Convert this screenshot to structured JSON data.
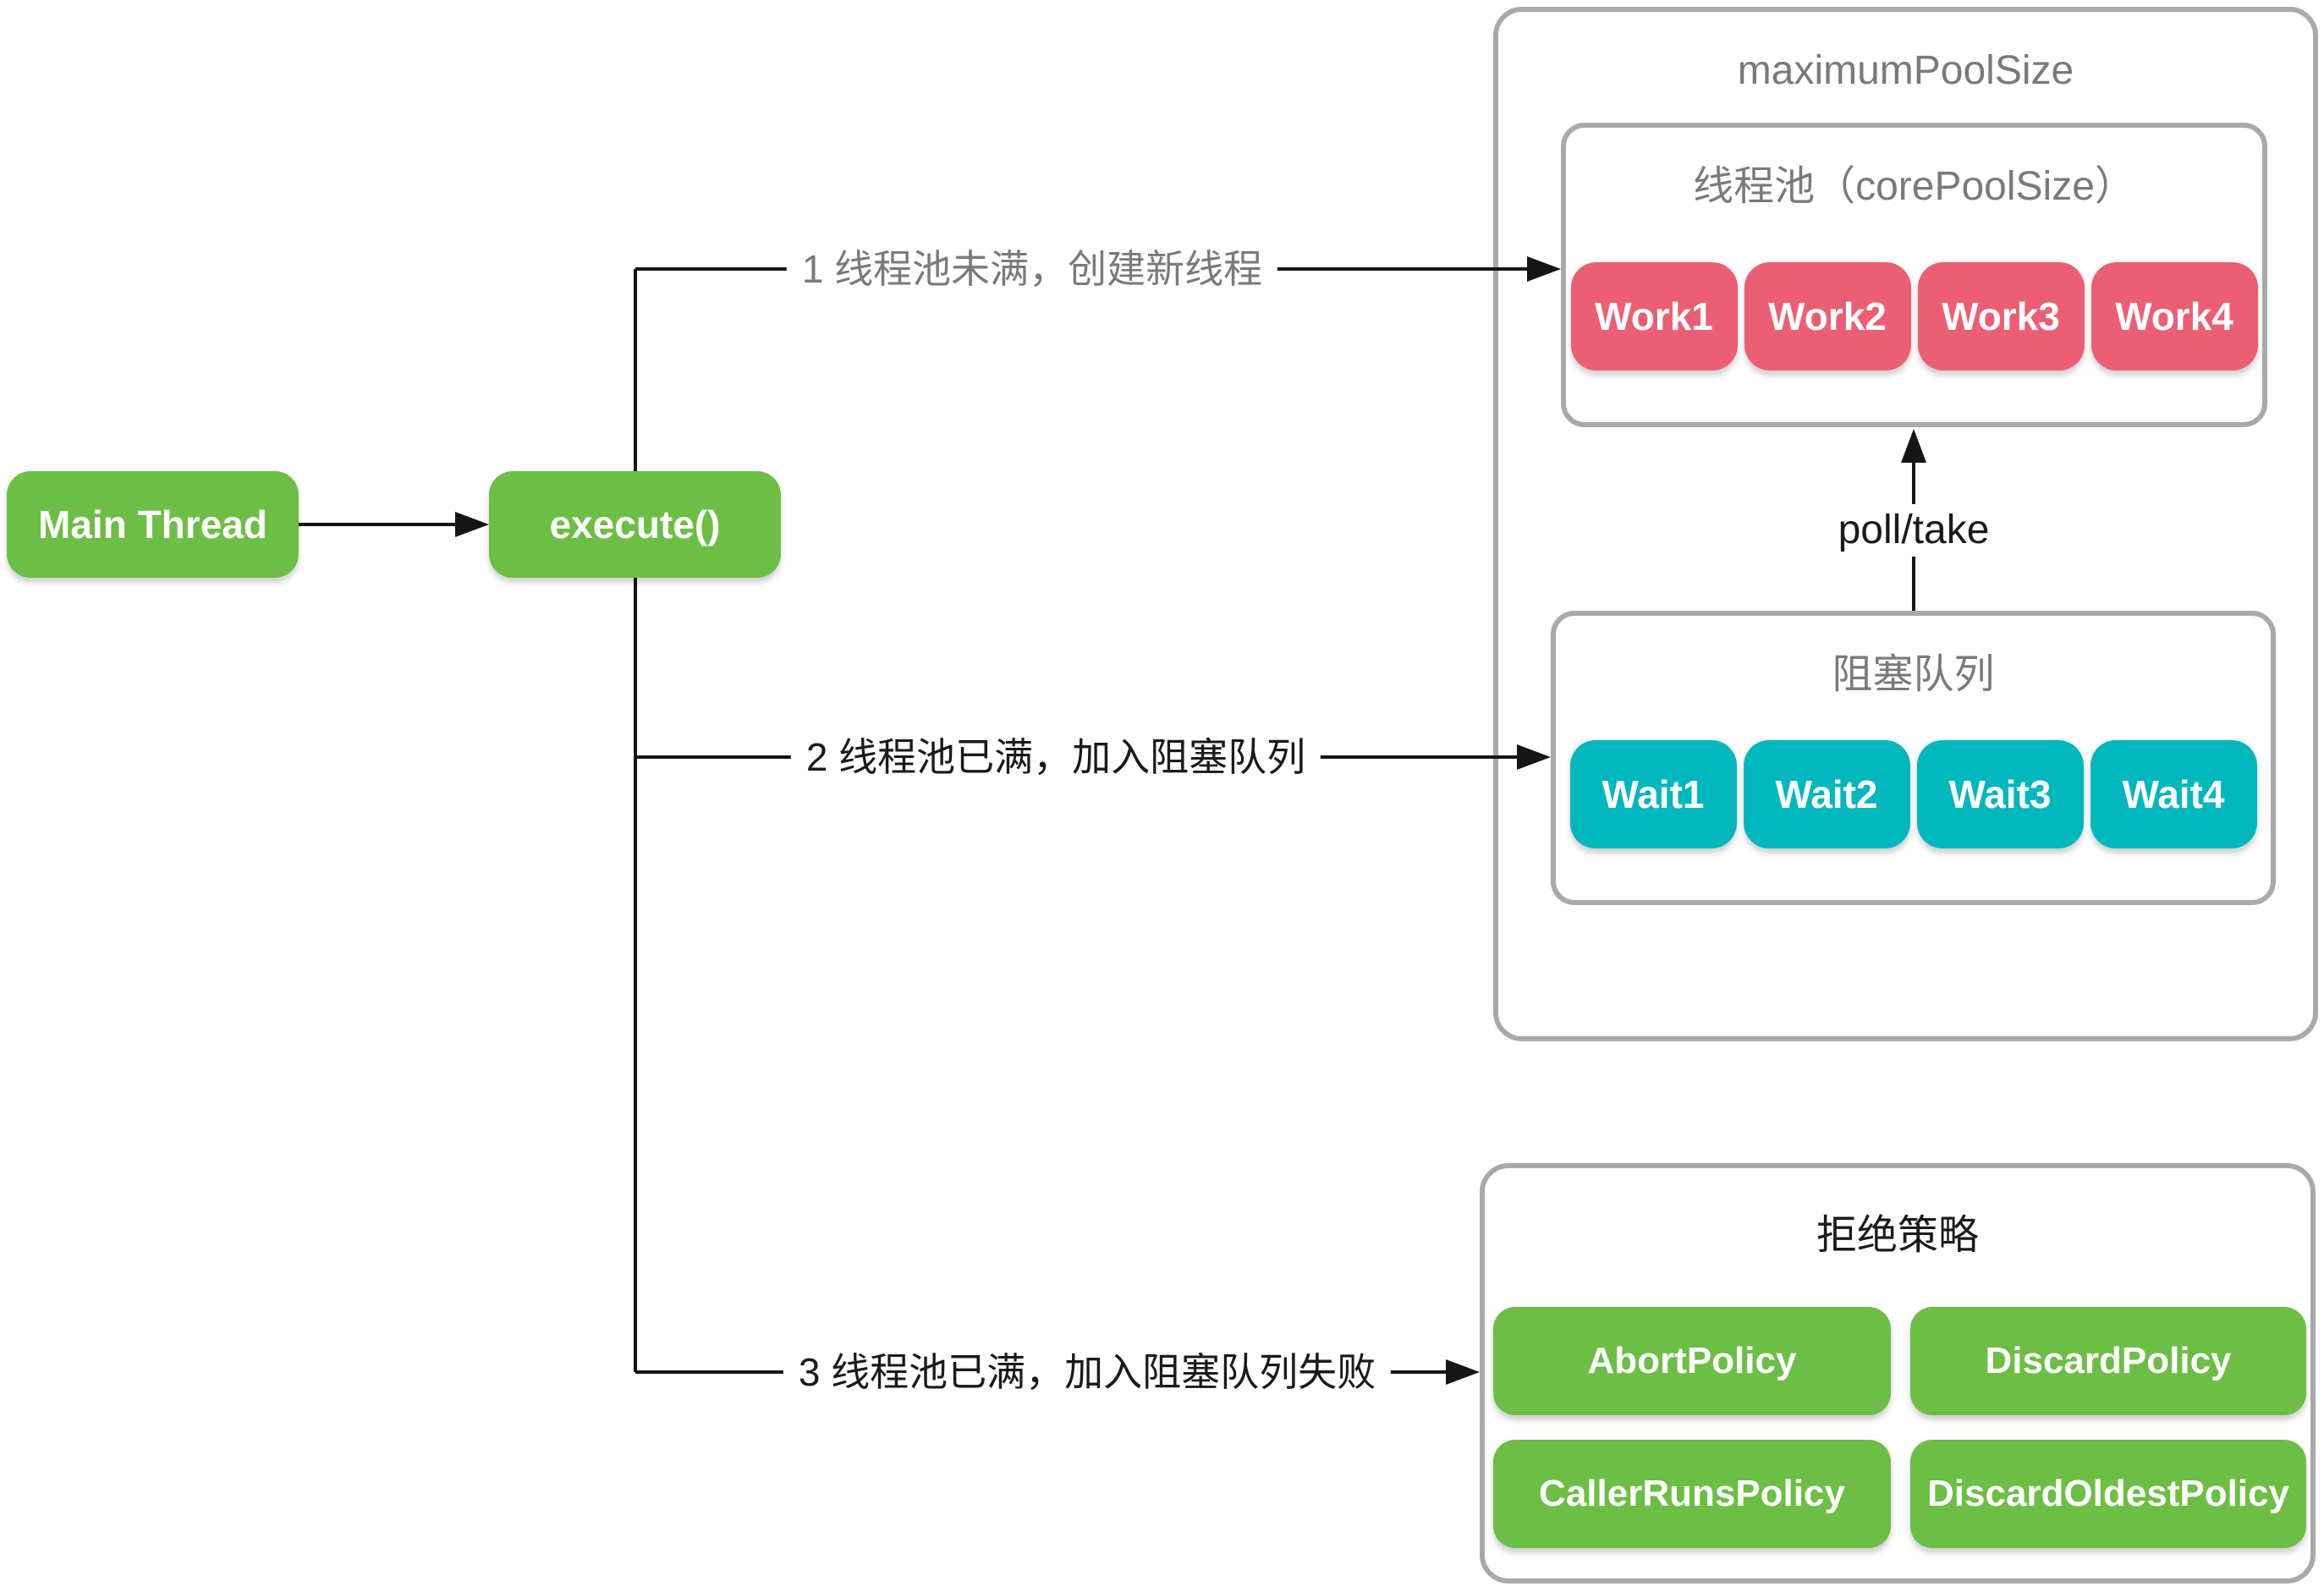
{
  "colors": {
    "green": "#6CBE45",
    "pink": "#EC5E74",
    "teal": "#00B7BE",
    "box_border": "#A9A9A9",
    "gray_text": "#7A7A7A",
    "line_black": "#151515"
  },
  "nodes": {
    "main_thread": "Main Thread",
    "execute": "execute()"
  },
  "branches": {
    "b1": "1 线程池未满，创建新线程",
    "b2": "2 线程池已满，加入阻塞队列",
    "b3": "3 线程池已满，加入阻塞队列失败"
  },
  "pool": {
    "title": "maximumPoolSize",
    "core": {
      "title": "线程池（corePoolSize）",
      "workers": [
        "Work1",
        "Work2",
        "Work3",
        "Work4"
      ]
    },
    "poll_take": "poll/take",
    "queue": {
      "title": "阻塞队列",
      "items": [
        "Wait1",
        "Wait2",
        "Wait3",
        "Wait4"
      ]
    }
  },
  "reject": {
    "title": "拒绝策略",
    "policies": [
      "AbortPolicy",
      "DiscardPolicy",
      "CallerRunsPolicy",
      "DiscardOldestPolicy"
    ]
  }
}
